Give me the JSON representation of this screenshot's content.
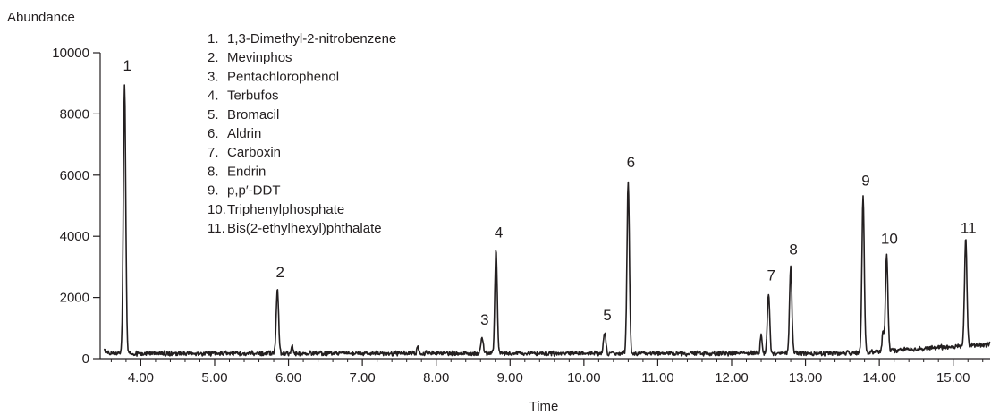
{
  "chart_data": {
    "type": "line",
    "xlabel": "Time",
    "ylabel": "Abundance",
    "xlim": [
      3.45,
      15.5
    ],
    "ylim": [
      0,
      10000
    ],
    "grid": false,
    "legend_placement": "top-left",
    "line_color": "#231f20",
    "x_ticks": [
      {
        "value": 4.0,
        "label": "4.00"
      },
      {
        "value": 5.0,
        "label": "5.00"
      },
      {
        "value": 6.0,
        "label": "6.00"
      },
      {
        "value": 7.0,
        "label": "7.00"
      },
      {
        "value": 8.0,
        "label": "8.00"
      },
      {
        "value": 9.0,
        "label": "9.00"
      },
      {
        "value": 10.0,
        "label": "10.00"
      },
      {
        "value": 11.0,
        "label": "11.00"
      },
      {
        "value": 12.0,
        "label": "12.00"
      },
      {
        "value": 13.0,
        "label": "13.00"
      },
      {
        "value": 14.0,
        "label": "14.00"
      },
      {
        "value": 15.0,
        "label": "15.00"
      }
    ],
    "y_ticks": [
      {
        "value": 0,
        "label": "0"
      },
      {
        "value": 2000,
        "label": "2000"
      },
      {
        "value": 4000,
        "label": "4000"
      },
      {
        "value": 6000,
        "label": "6000"
      },
      {
        "value": 8000,
        "label": "8000"
      },
      {
        "value": 10000,
        "label": "10000"
      }
    ],
    "peaks": [
      {
        "label": "1",
        "x": 3.78,
        "y": 9000
      },
      {
        "label": "2",
        "x": 5.85,
        "y": 2250
      },
      {
        "label": "3",
        "x": 8.62,
        "y": 700
      },
      {
        "label": "4",
        "x": 8.81,
        "y": 3550
      },
      {
        "label": "5",
        "x": 10.28,
        "y": 850
      },
      {
        "label": "6",
        "x": 10.6,
        "y": 5850
      },
      {
        "label": "7",
        "x": 12.5,
        "y": 2150
      },
      {
        "label": "8",
        "x": 12.8,
        "y": 3000
      },
      {
        "label": "9",
        "x": 13.78,
        "y": 5250
      },
      {
        "label": "10",
        "x": 14.1,
        "y": 3350
      },
      {
        "label": "11",
        "x": 15.17,
        "y": 3700
      }
    ],
    "minor_peaks": [
      {
        "x": 6.05,
        "y": 400
      },
      {
        "x": 7.75,
        "y": 350
      },
      {
        "x": 12.4,
        "y": 800
      },
      {
        "x": 14.05,
        "y": 850
      }
    ],
    "legend": [
      "1.  1,3-Dimethyl-2-nitrobenzene",
      "2.  Mevinphos",
      "3.  Pentachlorophenol",
      "4.  Terbufos",
      "5.  Bromacil",
      "6.  Aldrin",
      "7.  Carboxin",
      "8.  Endrin",
      "9.  p,p′-DDT",
      "10. Triphenylphosphate",
      "11. Bis(2-ethylhexyl)phthalate"
    ]
  }
}
